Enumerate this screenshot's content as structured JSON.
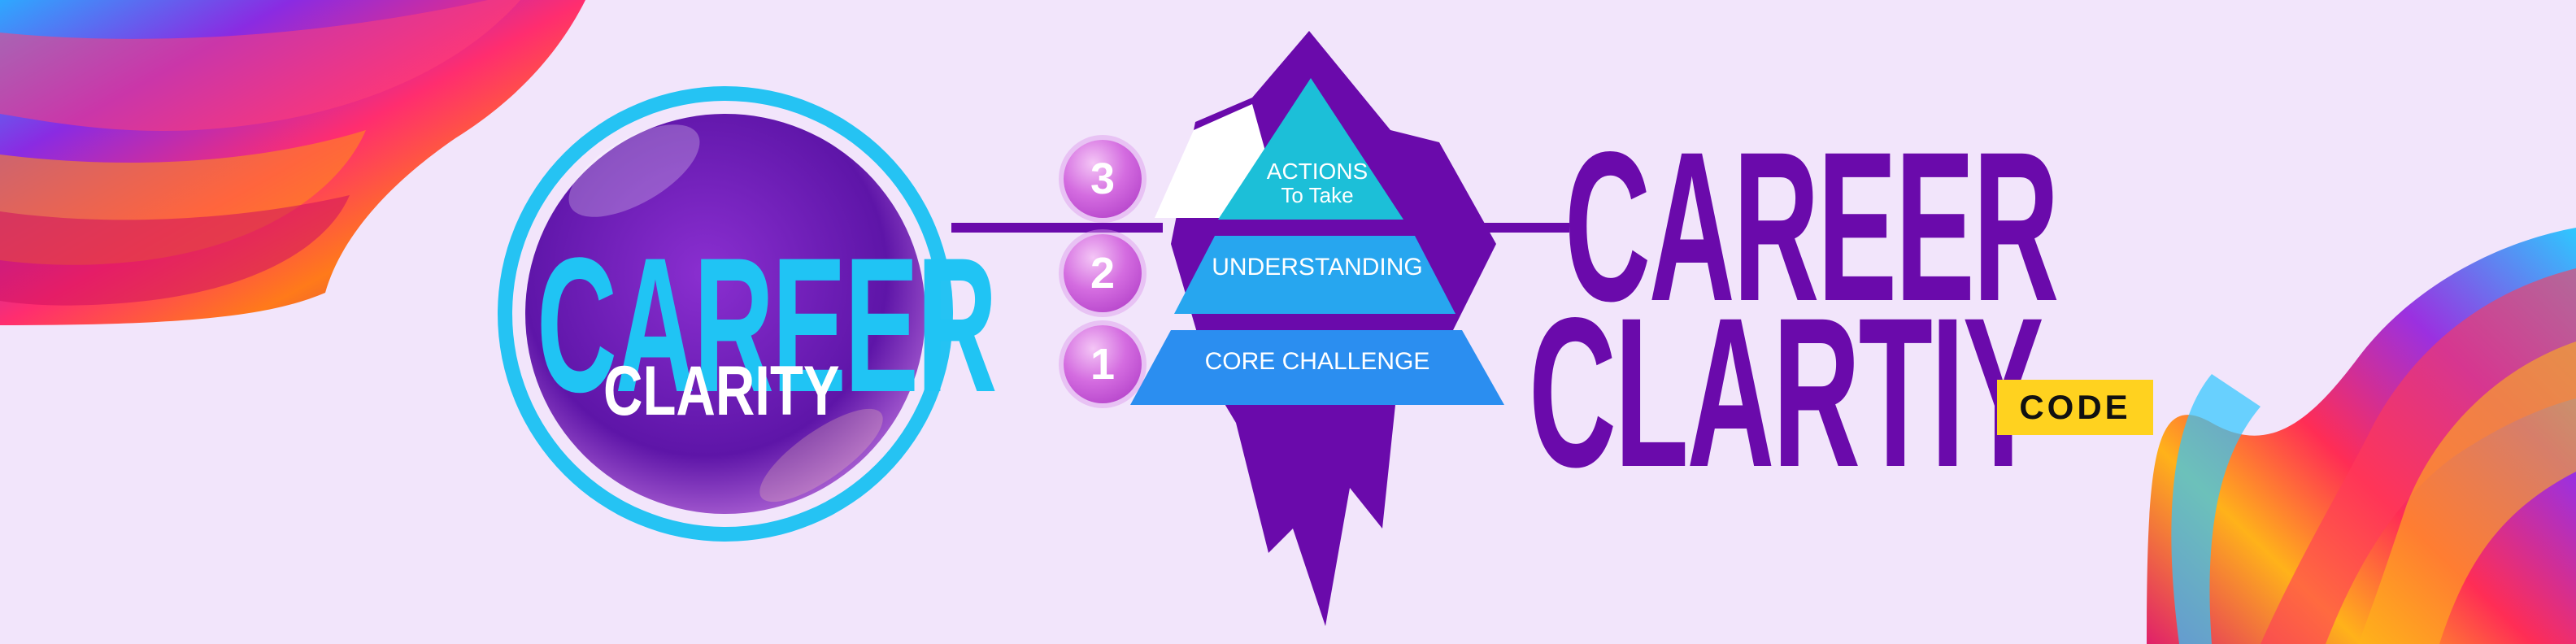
{
  "orb": {
    "title": "CAREER",
    "subtitle": "CLARITY"
  },
  "steps": [
    "3",
    "2",
    "1"
  ],
  "pyramid": {
    "top": "ACTIONS",
    "top_sub": "To Take",
    "middle": "UNDERSTANDING",
    "bottom": "CORE CHALLENGE"
  },
  "headline": {
    "line1": "CAREER",
    "line2": "CLARTIY",
    "tag": "CODE"
  },
  "colors": {
    "background": "#f2e5fb",
    "purple": "#6a0aab",
    "cyan": "#20c4f4",
    "blue": "#2b8ef0",
    "yellow": "#ffd21f"
  }
}
